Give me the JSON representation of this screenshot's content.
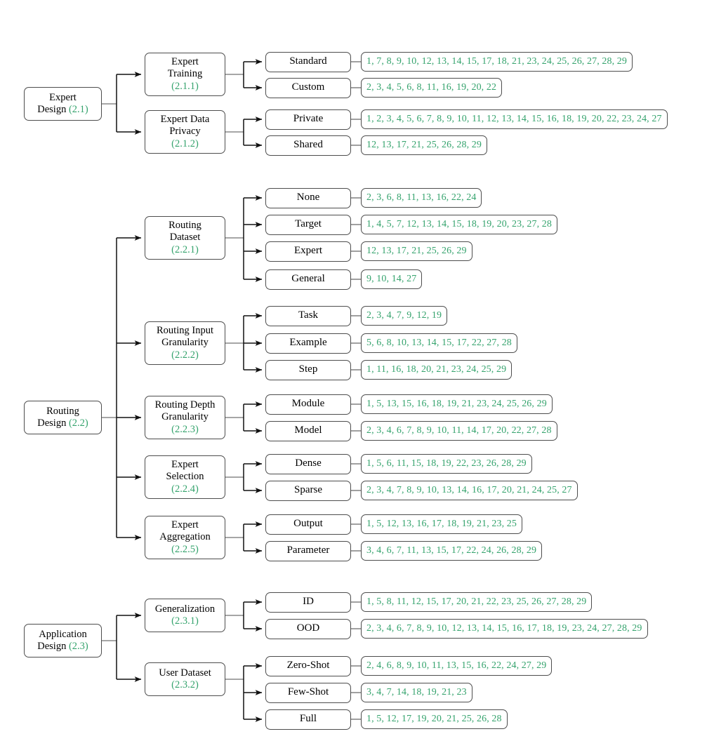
{
  "figure": {
    "type": "taxonomy-tree",
    "orientation": "left-to-right",
    "accent_color": "#35a36d",
    "node_border_color": "#4d4d4d",
    "levels": 4
  },
  "branches": [
    {
      "id": "expert-design",
      "root": {
        "line1": "Expert",
        "line2": "Design ",
        "section": "(2.1)"
      },
      "children": [
        {
          "id": "expert-training",
          "lines": [
            "Expert",
            "Training"
          ],
          "section": "(2.1.1)",
          "leaves": [
            {
              "label": "Standard",
              "cites": "1, 7, 8, 9, 10, 12, 13, 14, 15, 17, 18, 21, 23, 24, 25, 26, 27, 28, 29"
            },
            {
              "label": "Custom",
              "cites": "2, 3, 4, 5, 6, 8, 11, 16, 19, 20, 22"
            }
          ]
        },
        {
          "id": "expert-data-privacy",
          "lines": [
            "Expert Data",
            "Privacy"
          ],
          "section": "(2.1.2)",
          "leaves": [
            {
              "label": "Private",
              "cites": "1, 2, 3, 4, 5, 6, 7, 8, 9, 10, 11, 12, 13, 14, 15, 16, 18, 19, 20, 22, 23, 24, 27"
            },
            {
              "label": "Shared",
              "cites": "12, 13, 17, 21, 25, 26, 28, 29"
            }
          ]
        }
      ]
    },
    {
      "id": "routing-design",
      "root": {
        "line1": "Routing",
        "line2": "Design ",
        "section": "(2.2)"
      },
      "children": [
        {
          "id": "routing-dataset",
          "lines": [
            "Routing",
            "Dataset"
          ],
          "section": "(2.2.1)",
          "leaves": [
            {
              "label": "None",
              "cites": "2, 3, 6, 8, 11, 13, 16, 22, 24"
            },
            {
              "label": "Target",
              "cites": "1, 4, 5, 7, 12, 13, 14, 15, 18, 19, 20, 23, 27, 28"
            },
            {
              "label": "Expert",
              "cites": "12, 13, 17, 21, 25, 26, 29"
            },
            {
              "label": "General",
              "cites": "9, 10, 14, 27"
            }
          ]
        },
        {
          "id": "routing-input-granularity",
          "lines": [
            "Routing Input",
            "Granularity"
          ],
          "section": "(2.2.2)",
          "leaves": [
            {
              "label": "Task",
              "cites": "2, 3, 4, 7, 9, 12, 19"
            },
            {
              "label": "Example",
              "cites": "5, 6, 8, 10, 13, 14, 15, 17, 22, 27, 28"
            },
            {
              "label": "Step",
              "cites": "1, 11, 16, 18, 20, 21, 23, 24, 25, 29"
            }
          ]
        },
        {
          "id": "routing-depth-granularity",
          "lines": [
            "Routing Depth",
            "Granularity"
          ],
          "section": "(2.2.3)",
          "leaves": [
            {
              "label": "Module",
              "cites": "1, 5, 13, 15, 16, 18, 19, 21, 23, 24, 25, 26, 29"
            },
            {
              "label": "Model",
              "cites": "2, 3, 4, 6, 7, 8, 9, 10, 11, 14, 17, 20, 22, 27, 28"
            }
          ]
        },
        {
          "id": "expert-selection",
          "lines": [
            "Expert",
            "Selection"
          ],
          "section": "(2.2.4)",
          "leaves": [
            {
              "label": "Dense",
              "cites": "1, 5, 6, 11, 15, 18, 19, 22, 23, 26, 28, 29"
            },
            {
              "label": "Sparse",
              "cites": "2, 3, 4, 7, 8, 9, 10, 13, 14, 16, 17, 20, 21, 24, 25, 27"
            }
          ]
        },
        {
          "id": "expert-aggregation",
          "lines": [
            "Expert",
            "Aggregation"
          ],
          "section": "(2.2.5)",
          "leaves": [
            {
              "label": "Output",
              "cites": "1, 5, 12, 13, 16, 17, 18, 19, 21, 23, 25"
            },
            {
              "label": "Parameter",
              "cites": "3, 4, 6, 7, 11, 13, 15, 17, 22, 24, 26, 28, 29"
            }
          ]
        }
      ]
    },
    {
      "id": "application-design",
      "root": {
        "line1": "Application",
        "line2": "Design ",
        "section": "(2.3)"
      },
      "children": [
        {
          "id": "generalization",
          "lines": [
            "Generalization"
          ],
          "section": "(2.3.1)",
          "leaves": [
            {
              "label": "ID",
              "cites": "1, 5, 8, 11, 12, 15, 17, 20, 21, 22, 23, 25, 26, 27, 28, 29"
            },
            {
              "label": "OOD",
              "cites": "2, 3, 4, 6, 7, 8, 9, 10, 12, 13, 14, 15, 16, 17, 18, 19, 23, 24, 27, 28, 29"
            }
          ]
        },
        {
          "id": "user-dataset",
          "lines": [
            "User Dataset"
          ],
          "section": "(2.3.2)",
          "leaves": [
            {
              "label": "Zero-Shot",
              "cites": "2, 4, 6, 8, 9, 10, 11, 13, 15, 16, 22, 24, 27, 29"
            },
            {
              "label": "Few-Shot",
              "cites": "3, 4, 7, 14, 18, 19, 21, 23"
            },
            {
              "label": "Full",
              "cites": "1, 5, 12, 17, 19, 20, 21, 25, 26, 28"
            }
          ]
        }
      ]
    }
  ]
}
